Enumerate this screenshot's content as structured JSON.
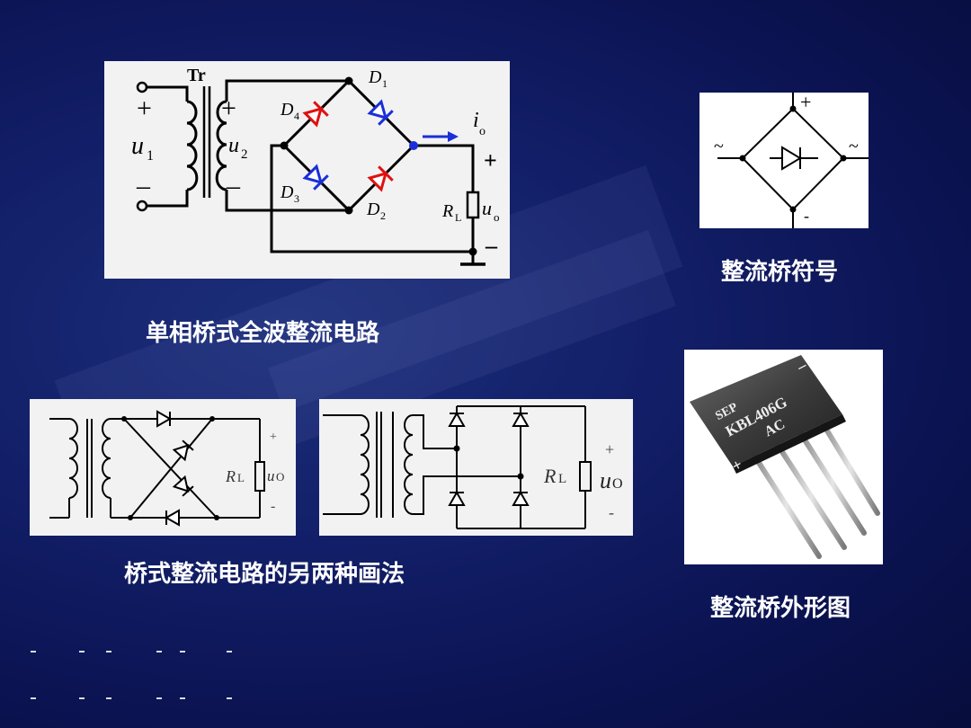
{
  "captions": {
    "bridge_circuit": "单相桥式全波整流电路",
    "bridge_symbol": "整流桥符号",
    "alt_drawings": "桥式整流电路的另两种画法",
    "bridge_appearance": "整流桥外形图"
  },
  "main_circuit": {
    "transformer": "Tr",
    "u1": "u",
    "u1_sub": "1",
    "u2": "u",
    "u2_sub": "2",
    "plus": "+",
    "minus": "–",
    "d1": "D",
    "d1_sub": "1",
    "d2": "D",
    "d2_sub": "2",
    "d3": "D",
    "d3_sub": "3",
    "d4": "D",
    "d4_sub": "4",
    "io": "i",
    "io_sub": "o",
    "rl": "R",
    "rl_sub": "L",
    "uo": "u",
    "uo_sub": "o"
  },
  "symbol": {
    "plus": "+",
    "minus": "-",
    "ac_left": "~",
    "ac_right": "~"
  },
  "alt_circuit_1": {
    "plus": "+",
    "minus": "-",
    "rl": "R",
    "rl_sub": "L",
    "uo": "u",
    "uo_sub": "O"
  },
  "alt_circuit_2": {
    "plus": "+",
    "minus": "-",
    "rl": "R",
    "rl_sub": "L",
    "uo": "u",
    "uo_sub": "O"
  },
  "component_photo": {
    "brand": "SEP",
    "part_number": "KBL406G",
    "ac": "AC",
    "plus": "+",
    "minus": "–"
  },
  "colors": {
    "diode_red": "#e01010",
    "diode_blue": "#1a2fd8",
    "panel_bg": "#f2f2f2",
    "caption": "#ffffff"
  }
}
